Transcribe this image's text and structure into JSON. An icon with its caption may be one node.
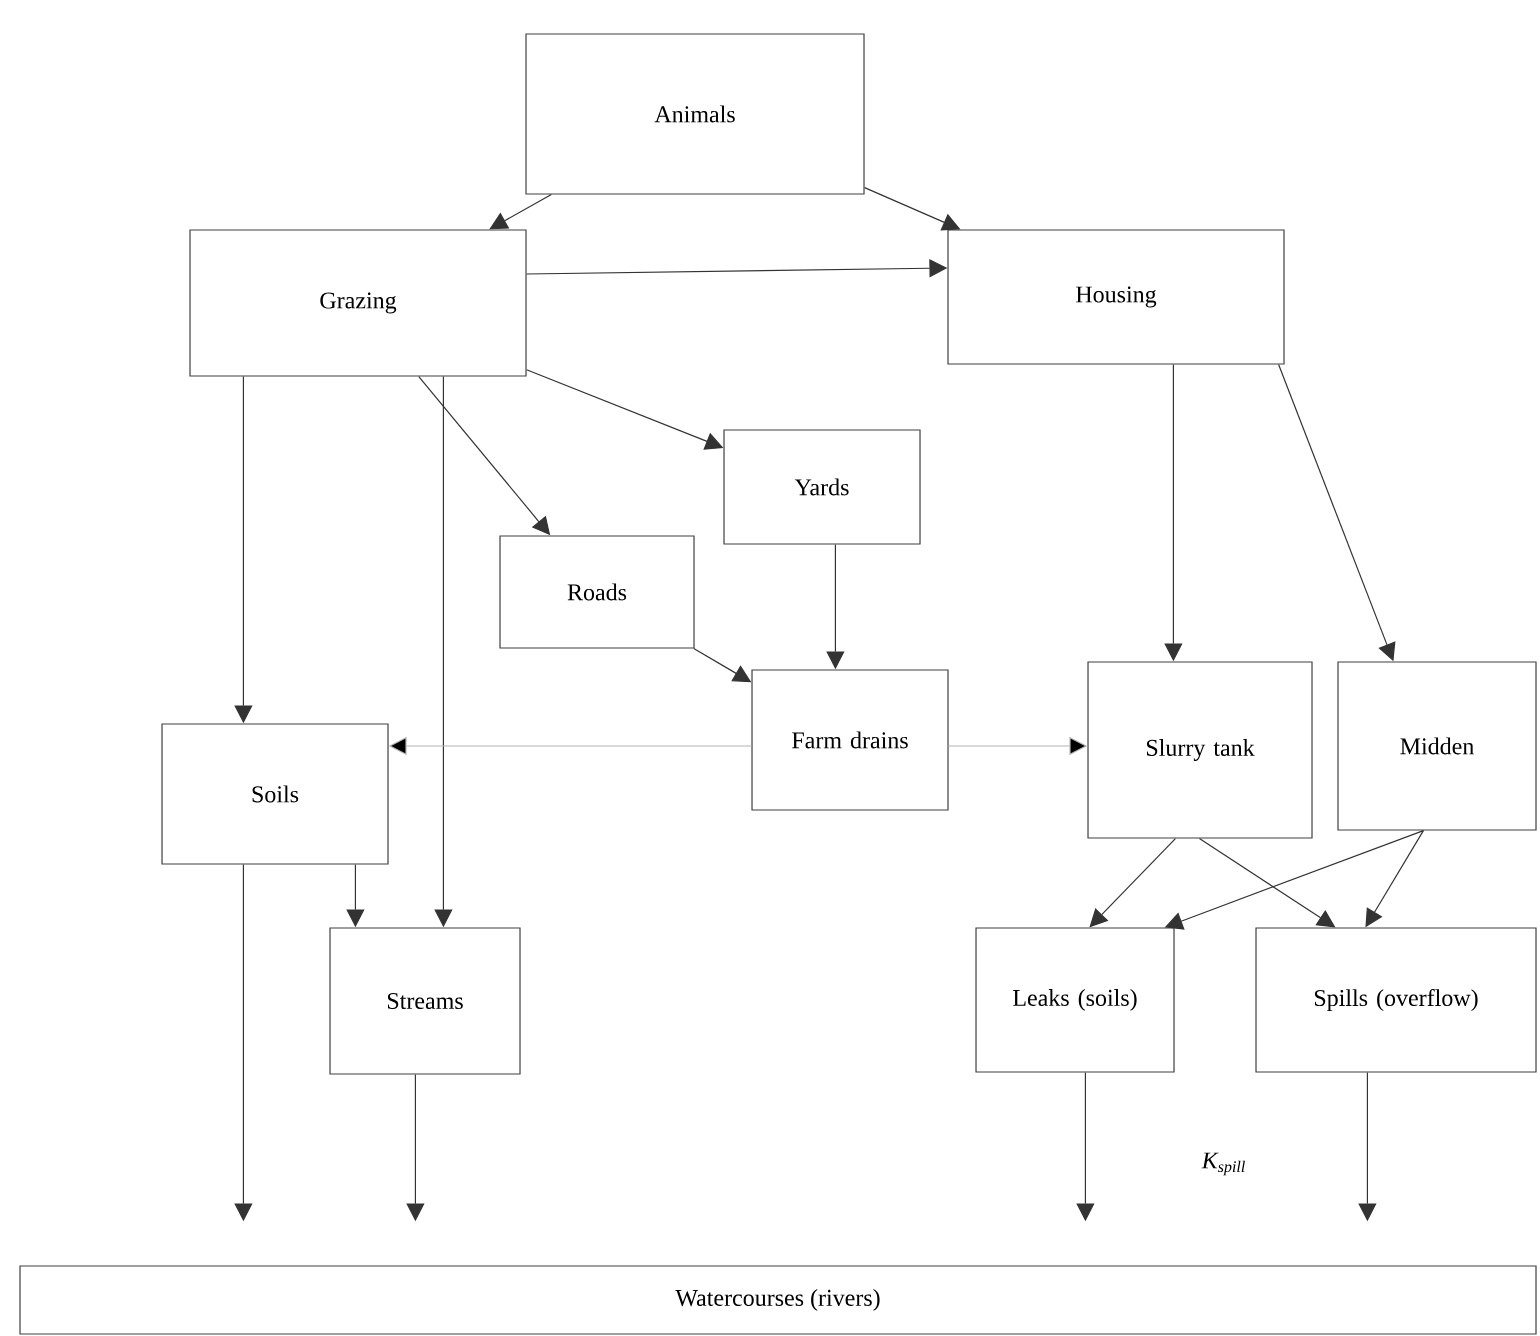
{
  "diagram": {
    "nodes": [
      {
        "text": [
          "Animals"
        ]
      },
      {
        "text": [
          "Grazing"
        ]
      },
      {
        "text": [
          "Housing"
        ]
      },
      {
        "text": [
          "Yards"
        ]
      },
      {
        "text": [
          "Roads"
        ]
      },
      {
        "text": [
          "Farm drains"
        ]
      },
      {
        "text": [
          "Slurry tank"
        ]
      },
      {
        "text": [
          "Midden"
        ]
      },
      {
        "text": [
          "Soils"
        ]
      },
      {
        "text": [
          "Streams"
        ]
      },
      {
        "text": [
          "Leaks (soils)"
        ]
      },
      {
        "text": [
          "Spills (overflow)"
        ]
      },
      {
        "text": [
          "Watercourses (rivers)"
        ]
      }
    ],
    "edges": [
      {
        "from": 0,
        "to": 1,
        "arrow": "to"
      },
      {
        "from": 0,
        "to": 2,
        "arrow": "to"
      },
      {
        "from": 1,
        "to": 2,
        "arrow": "to"
      },
      {
        "from": 1,
        "to": 3,
        "arrow": "to"
      },
      {
        "from": 1,
        "to": 4,
        "arrow": "to"
      },
      {
        "from": 1,
        "to": 8,
        "arrow": "to"
      },
      {
        "from": 1,
        "to": 9,
        "arrow": "to"
      },
      {
        "from": 3,
        "to": 5,
        "arrow": "to"
      },
      {
        "from": 4,
        "to": 5,
        "arrow": "to"
      },
      {
        "from": 5,
        "to": 8,
        "arrow": "to",
        "color": "#b4b4b4"
      },
      {
        "from": 5,
        "to": 6,
        "arrow": "to",
        "color": "#b4b4b4"
      },
      {
        "from": 2,
        "to": 6,
        "arrow": "to"
      },
      {
        "from": 2,
        "to": 7,
        "arrow": "to"
      },
      {
        "from": 6,
        "to": 10,
        "arrow": "to"
      },
      {
        "from": 6,
        "to": 11,
        "arrow": "to"
      },
      {
        "from": 7,
        "to": 10,
        "arrow": "to"
      },
      {
        "from": 7,
        "to": 11,
        "arrow": "to"
      },
      {
        "from": 8,
        "to": 9,
        "arrow": "to"
      },
      {
        "from": 8,
        "to": 12,
        "arrow": "to"
      },
      {
        "from": 9,
        "to": 12,
        "arrow": "to"
      },
      {
        "from": 10,
        "to": 12,
        "arrow": "to"
      },
      {
        "from": 11,
        "to": 12,
        "arrow": "to"
      }
    ],
    "labels": [
      "K$_{spill}$"
    ]
  }
}
